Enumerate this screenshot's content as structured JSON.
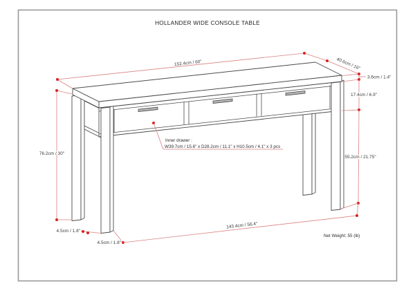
{
  "title": "HOLLANDER WIDE CONSOLE TABLE",
  "dimensions": {
    "top_length": "152.4cm / 60\"",
    "top_depth": "40.6cm / 16\"",
    "top_thickness": "3.6cm / 1.4\"",
    "drawer_section_height": "17.4cm / 6.9\"",
    "under_clearance": "55.2cm / 21.75\"",
    "overall_height": "76.2cm / 30\"",
    "back_leg_width": "4.5cm / 1.8\"",
    "front_leg_width": "4.5cm / 1.8\"",
    "front_leg_span": "143.4cm / 56.4\""
  },
  "inner_drawer": {
    "label": "Inner drawer :",
    "spec": "W39.7cm / 15.6\" x D28.2cm / 11.1\" x H10.5cm / 4.1\" x 3 pcs"
  },
  "net_weight": "Net Weight: 55 (lb)",
  "drawer_count": 3,
  "colors": {
    "dimension_line": "#d98080",
    "dimension_dot": "#d92222",
    "drawing_outline": "#4a4a4a",
    "border": "#9a9a9a",
    "background": "#ffffff"
  }
}
